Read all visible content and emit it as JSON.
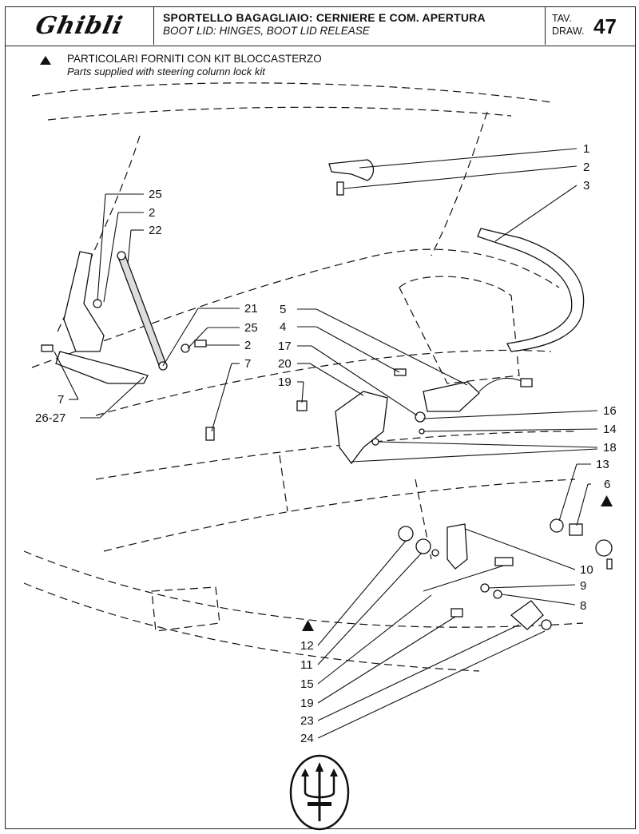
{
  "header": {
    "logo_text": "Ghibli",
    "title_it": "SPORTELLO BAGAGLIAIO: CERNIERE E COM. APERTURA",
    "title_en": "BOOT LID: HINGES, BOOT LID RELEASE",
    "tav_label": "TAV.",
    "draw_label": "DRAW.",
    "table_number": "47"
  },
  "note": {
    "symbol": "black-triangle",
    "text_it": "PARTICOLARI FORNITI CON KIT BLOCCASTERZO",
    "text_en": "Parts supplied with steering column lock kit"
  },
  "callouts": {
    "right_top": [
      "1",
      "2",
      "3"
    ],
    "left_hinge": [
      "25",
      "2",
      "22"
    ],
    "left_center": [
      "21",
      "25",
      "2",
      "7"
    ],
    "lock_group": [
      "5",
      "4",
      "17",
      "20",
      "19"
    ],
    "lock_right": [
      "16",
      "14",
      "18"
    ],
    "left_bottom": [
      "7",
      "26-27"
    ],
    "cylinder": [
      "13",
      "6"
    ],
    "release": [
      "10",
      "9",
      "8"
    ],
    "bottom_list": [
      "12",
      "11",
      "15",
      "19",
      "23",
      "24"
    ]
  },
  "footer": {
    "emblem": "trident-icon"
  }
}
